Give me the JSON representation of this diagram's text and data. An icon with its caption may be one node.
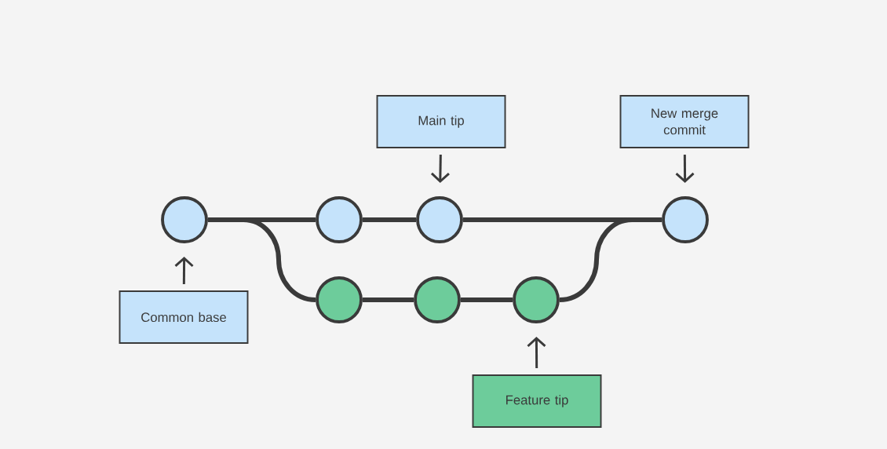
{
  "diagram": {
    "nodes": [
      {
        "text": [
          "Main tip"
        ]
      },
      {
        "text": [
          "New merge commit"
        ]
      },
      {
        "text": [],
        "shape": "circle"
      },
      {
        "text": [],
        "shape": "circle"
      },
      {
        "text": [],
        "shape": "circle"
      },
      {
        "text": [],
        "shape": "circle"
      },
      {
        "text": [],
        "shape": "circle"
      },
      {
        "text": [],
        "shape": "circle"
      },
      {
        "text": [],
        "shape": "circle"
      },
      {
        "text": [
          "Common base"
        ]
      },
      {
        "text": [
          "Feature tip"
        ]
      }
    ],
    "edges": [
      {
        "from": 0,
        "to": 4,
        "arrow": "to"
      },
      {
        "from": 1,
        "to": 5,
        "arrow": "to"
      },
      {
        "from": 9,
        "to": 2,
        "arrow": "to"
      },
      {
        "from": 10,
        "to": 8,
        "arrow": "to"
      },
      {
        "from": 2,
        "to": 3,
        "arrow": "none"
      },
      {
        "from": 3,
        "to": 4,
        "arrow": "none"
      },
      {
        "from": 4,
        "to": 5,
        "arrow": "none"
      },
      {
        "from": 2,
        "to": 6,
        "arrow": "none"
      },
      {
        "from": 6,
        "to": 7,
        "arrow": "none"
      },
      {
        "from": 7,
        "to": 8,
        "arrow": "none"
      },
      {
        "from": 8,
        "to": 5,
        "arrow": "none"
      }
    ]
  }
}
